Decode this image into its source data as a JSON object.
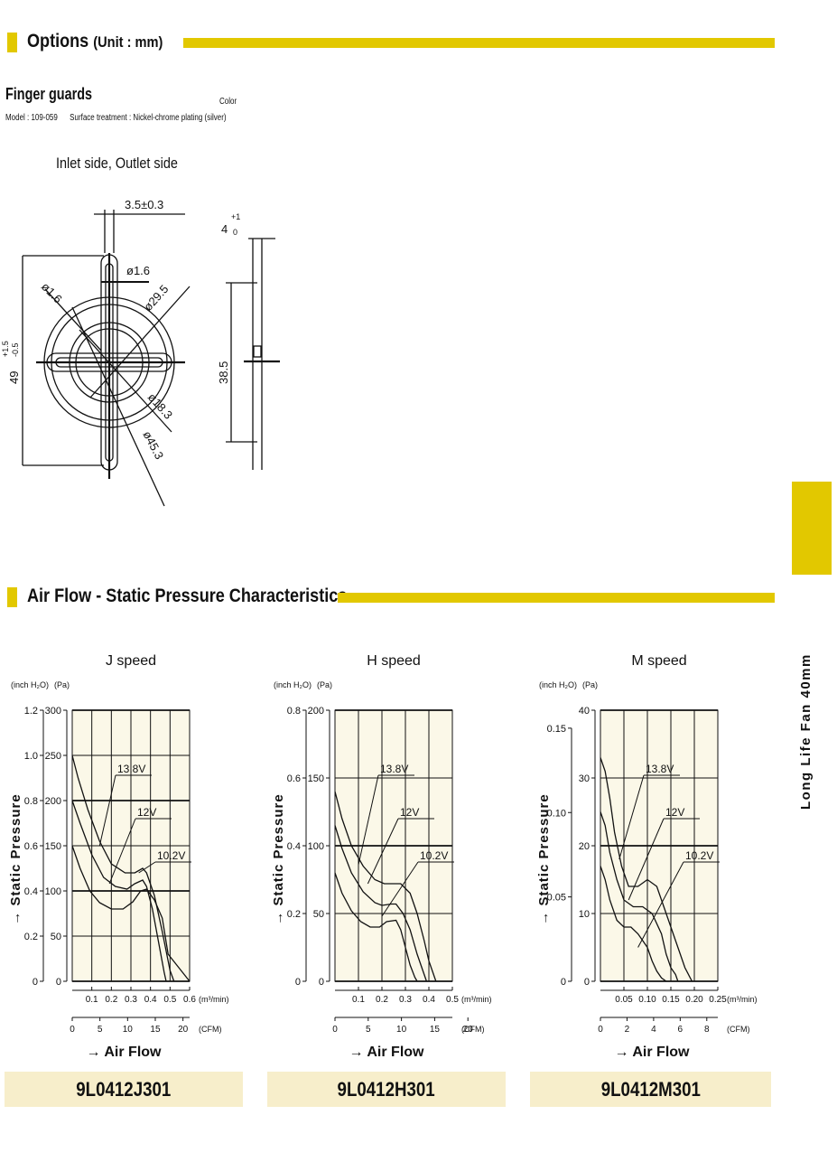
{
  "options": {
    "title": "Options",
    "unit": "(Unit : mm)"
  },
  "finger_guards": {
    "title": "Finger guards",
    "model_text": "Model : 109-059",
    "surface_text": "Surface treatment : Nickel-chrome plating (silver)",
    "color_label": "Color",
    "side_label": "Inlet side, Outlet side",
    "dims": {
      "width": "3.5±0.3",
      "dia_1_6_top": "ø1.6",
      "dia_1_6_left": "ø1.6",
      "dia_29_5": "ø29.5",
      "dia_18_3": "ø18.3",
      "dia_45_3": "ø45.3",
      "height_49": "49",
      "tol_49_plus": "+1.5",
      "tol_49_minus": "-0.5",
      "side_4": "4",
      "tol_4_plus": "+1",
      "tol_4_minus": "0",
      "side_38_5": "38.5"
    }
  },
  "airflow": {
    "title": "Air Flow - Static Pressure Characteristics"
  },
  "side_tab": {
    "text": "Long Life Fan 40mm"
  },
  "chart_data": [
    {
      "type": "line",
      "title": "J speed",
      "model": "9L0412J301",
      "ylabel": "Static Pressure",
      "xlabel": "Air Flow",
      "y_unit_inch": "(inch H₂O)",
      "y_unit_pa": "(Pa)",
      "x_unit_m3": "(m³/min)",
      "x_unit_cfm": "(CFM)",
      "y_pa_range": [
        0,
        300
      ],
      "y_pa_ticks": [
        "0",
        "50",
        "100",
        "150",
        "200",
        "250",
        "300"
      ],
      "y_inch_ticks": [
        {
          "label": "0",
          "pa": 0
        },
        {
          "label": "0.2",
          "pa": 50
        },
        {
          "label": "0.4",
          "pa": 100
        },
        {
          "label": "0.6",
          "pa": 150
        },
        {
          "label": "0.8",
          "pa": 200
        },
        {
          "label": "1.0",
          "pa": 250
        },
        {
          "label": "1.2",
          "pa": 300
        }
      ],
      "x_m3_range": [
        0,
        0.6
      ],
      "x_m3_ticks": [
        "0.1",
        "0.2",
        "0.3",
        "0.4",
        "0.5",
        "0.6"
      ],
      "x_cfm_ticks": [
        "0",
        "5",
        "10",
        "15",
        "20"
      ],
      "grid": true,
      "series": [
        {
          "name": "13.8V",
          "x": [
            0,
            0.03,
            0.08,
            0.14,
            0.2,
            0.27,
            0.32,
            0.36,
            0.38,
            0.42,
            0.46,
            0.5,
            0.52
          ],
          "y": [
            250,
            225,
            190,
            155,
            130,
            120,
            120,
            125,
            120,
            95,
            55,
            12,
            0
          ]
        },
        {
          "name": "12V",
          "x": [
            0,
            0.04,
            0.1,
            0.16,
            0.22,
            0.28,
            0.32,
            0.36,
            0.38,
            0.41,
            0.44,
            0.47,
            0.48
          ],
          "y": [
            200,
            175,
            140,
            115,
            105,
            102,
            108,
            112,
            105,
            80,
            45,
            10,
            0
          ]
        },
        {
          "name": "10.2V",
          "x": [
            0,
            0.04,
            0.09,
            0.14,
            0.2,
            0.26,
            0.31,
            0.35,
            0.38,
            0.42,
            0.46,
            0.49,
            0.6
          ],
          "y": [
            150,
            125,
            100,
            87,
            80,
            80,
            88,
            100,
            102,
            90,
            70,
            30,
            0
          ]
        }
      ],
      "annotations": [
        {
          "text": "13.8V",
          "target_x": 0.14,
          "target_y": 150
        },
        {
          "text": "12V",
          "target_x": 0.19,
          "target_y": 108
        },
        {
          "text": "10.2V",
          "target_x": 0.34,
          "target_y": 120
        }
      ]
    },
    {
      "type": "line",
      "title": "H speed",
      "model": "9L0412H301",
      "ylabel": "Static Pressure",
      "xlabel": "Air Flow",
      "y_unit_inch": "(inch H₂O)",
      "y_unit_pa": "(Pa)",
      "x_unit_m3": "(m³/min)",
      "x_unit_cfm": "(CFM)",
      "y_pa_range": [
        0,
        200
      ],
      "y_pa_ticks": [
        "0",
        "50",
        "100",
        "150",
        "200"
      ],
      "y_inch_ticks": [
        {
          "label": "0",
          "pa": 0
        },
        {
          "label": "0.2",
          "pa": 50
        },
        {
          "label": "0.4",
          "pa": 100
        },
        {
          "label": "0.6",
          "pa": 150
        },
        {
          "label": "0.8",
          "pa": 200
        }
      ],
      "x_m3_range": [
        0,
        0.5
      ],
      "x_m3_ticks": [
        "0.1",
        "0.2",
        "0.3",
        "0.4",
        "0.5"
      ],
      "x_cfm_ticks": [
        "0",
        "5",
        "10",
        "15",
        "20"
      ],
      "grid": true,
      "series": [
        {
          "name": "13.8V",
          "x": [
            0,
            0.03,
            0.07,
            0.12,
            0.17,
            0.21,
            0.25,
            0.28,
            0.32,
            0.35,
            0.38,
            0.4,
            0.43
          ],
          "y": [
            140,
            120,
            100,
            85,
            75,
            72,
            72,
            72,
            65,
            50,
            30,
            15,
            0
          ]
        },
        {
          "name": "12V",
          "x": [
            0,
            0.03,
            0.07,
            0.12,
            0.17,
            0.2,
            0.24,
            0.26,
            0.29,
            0.32,
            0.35,
            0.38,
            0.39
          ],
          "y": [
            115,
            98,
            80,
            66,
            58,
            56,
            57,
            57,
            50,
            38,
            20,
            5,
            0
          ]
        },
        {
          "name": "10.2V",
          "x": [
            0,
            0.03,
            0.07,
            0.11,
            0.15,
            0.19,
            0.22,
            0.26,
            0.28,
            0.3,
            0.32,
            0.34,
            0.35
          ],
          "y": [
            80,
            65,
            52,
            44,
            40,
            40,
            44,
            45,
            38,
            25,
            12,
            3,
            0
          ]
        }
      ],
      "annotations": [
        {
          "text": "13.8V",
          "target_x": 0.1,
          "target_y": 86
        },
        {
          "text": "12V",
          "target_x": 0.14,
          "target_y": 72
        },
        {
          "text": "10.2V",
          "target_x": 0.2,
          "target_y": 48
        }
      ]
    },
    {
      "type": "line",
      "title": "M speed",
      "model": "9L0412M301",
      "ylabel": "Static Pressure",
      "xlabel": "Air Flow",
      "y_unit_inch": "(inch H₂O)",
      "y_unit_pa": "(Pa)",
      "x_unit_m3": "(m³/min)",
      "x_unit_cfm": "(CFM)",
      "y_pa_range": [
        0,
        40
      ],
      "y_pa_ticks": [
        "0",
        "10",
        "20",
        "30",
        "40"
      ],
      "y_inch_ticks": [
        {
          "label": "0",
          "pa": 0
        },
        {
          "label": "0.05",
          "pa": 12.45
        },
        {
          "label": "0.10",
          "pa": 24.9
        },
        {
          "label": "0.15",
          "pa": 37.35
        }
      ],
      "x_m3_range": [
        0,
        0.25
      ],
      "x_m3_ticks": [
        "0.05",
        "0.10",
        "0.15",
        "0.20",
        "0.25"
      ],
      "x_cfm_ticks": [
        "0",
        "2",
        "4",
        "6",
        "8"
      ],
      "grid": true,
      "series": [
        {
          "name": "13.8V",
          "x": [
            0,
            0.01,
            0.02,
            0.03,
            0.045,
            0.06,
            0.08,
            0.1,
            0.12,
            0.14,
            0.16,
            0.18,
            0.195
          ],
          "y": [
            33,
            31,
            27,
            22,
            17,
            14,
            14,
            15,
            14,
            10,
            6,
            2,
            0
          ]
        },
        {
          "name": "12V",
          "x": [
            0,
            0.01,
            0.02,
            0.035,
            0.05,
            0.07,
            0.09,
            0.11,
            0.13,
            0.14,
            0.15,
            0.16,
            0.165
          ],
          "y": [
            25,
            23,
            19,
            15,
            12,
            11,
            11,
            10,
            7,
            4,
            2,
            1,
            0
          ]
        },
        {
          "name": "10.2V",
          "x": [
            0,
            0.01,
            0.02,
            0.035,
            0.05,
            0.065,
            0.08,
            0.09,
            0.1,
            0.11,
            0.12,
            0.13,
            0.14
          ],
          "y": [
            17,
            15,
            12,
            9,
            8,
            8,
            7,
            6,
            5,
            3,
            1.5,
            0.5,
            0
          ]
        }
      ],
      "annotations": [
        {
          "text": "13.8V",
          "target_x": 0.04,
          "target_y": 18
        },
        {
          "text": "12V",
          "target_x": 0.06,
          "target_y": 12
        },
        {
          "text": "10.2V",
          "target_x": 0.08,
          "target_y": 5
        }
      ]
    }
  ]
}
